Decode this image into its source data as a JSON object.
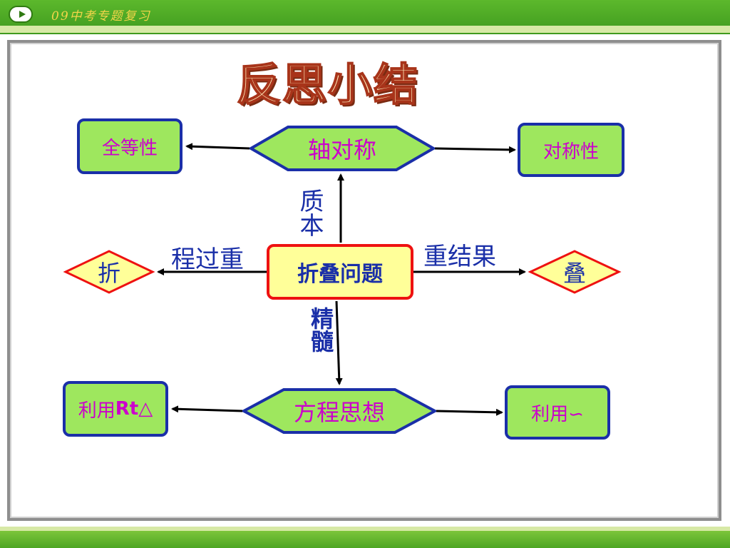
{
  "header": {
    "title": "09中考专题复习"
  },
  "slide": {
    "title": "反思小结",
    "center": "折叠问题",
    "top": "轴对称",
    "bottom": "方程思想",
    "left": "折",
    "right": "叠",
    "top_left": "全等性",
    "top_right": "对称性",
    "bottom_left_text": "利用",
    "bottom_left_bold": "Rt",
    "bottom_left_symbol": "△",
    "bottom_right": "利用∽",
    "label_up": "质本",
    "label_down": "精髓",
    "label_left": "程过重",
    "label_right": "重结果"
  },
  "colors": {
    "rect_fill": "#9ee75e",
    "rect_border": "#1a2fa8",
    "center_fill": "#ffff99",
    "center_border": "#ee1111",
    "diamond_fill": "#ffff99",
    "diamond_border": "#ee1111",
    "magenta_text": "#cc00cc",
    "blue_text": "#1a2fa8"
  }
}
